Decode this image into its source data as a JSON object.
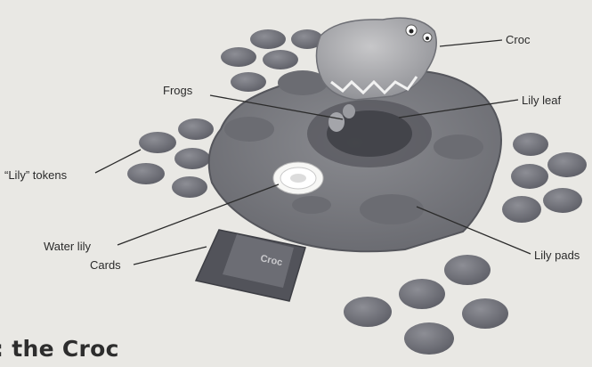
{
  "labels": {
    "croc": "Croc",
    "frogs": "Frogs",
    "lily_leaf": "Lily leaf",
    "lily_tokens": "“Lily” tokens",
    "water_lily": "Water lily",
    "lily_pads": "Lily pads",
    "cards": "Cards"
  },
  "section_title": ": the Croc",
  "colors": {
    "background": "#e9e8e4",
    "token": "#6e6f77",
    "board": "#7a7b81",
    "text": "#2b2b2b"
  }
}
